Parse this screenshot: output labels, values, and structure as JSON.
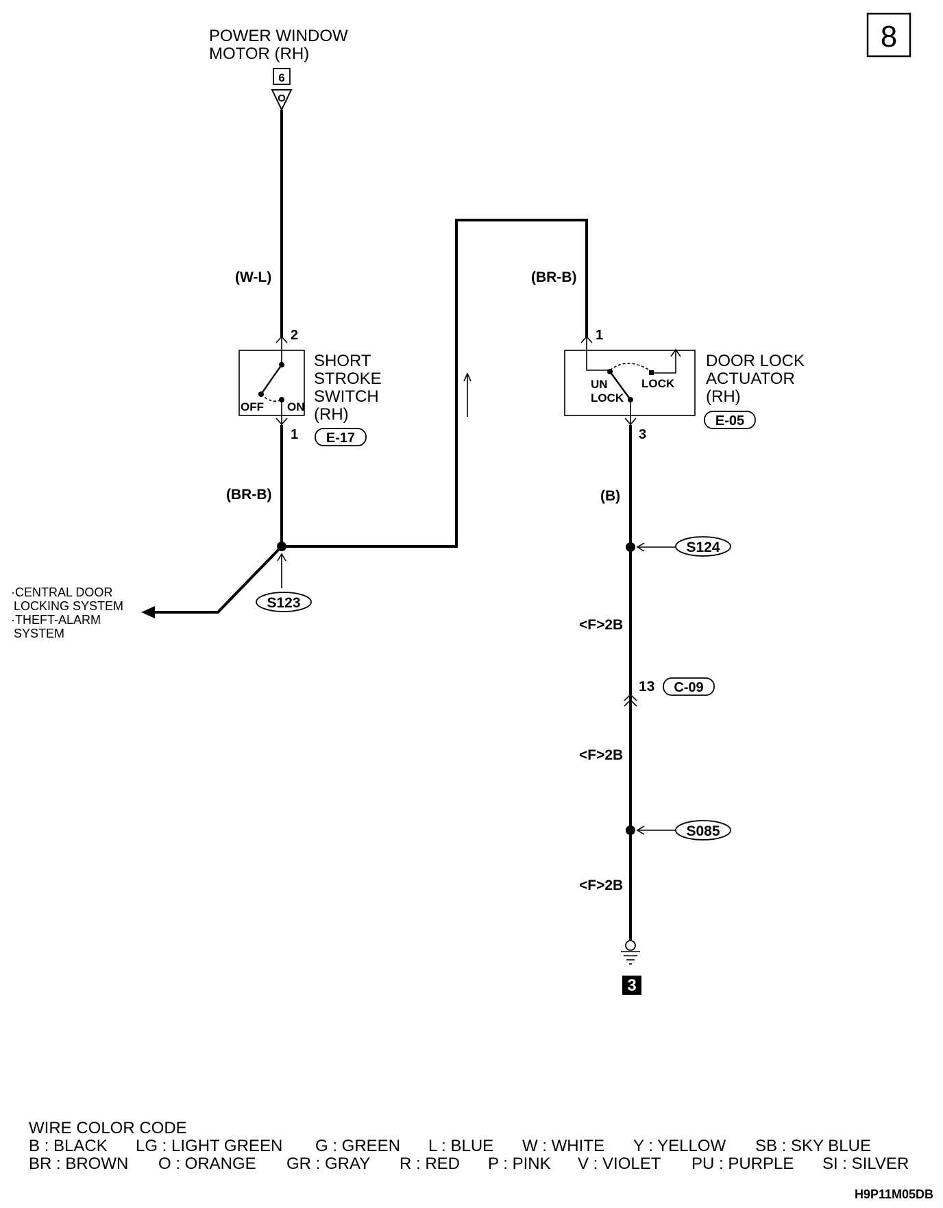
{
  "page_number": "8",
  "figure_code": "H9P11M05DB",
  "motor": {
    "label_line1": "POWER WINDOW",
    "label_line2": "MOTOR (RH)",
    "connector_number": "6",
    "terminal": "O"
  },
  "short_stroke_switch": {
    "label_line1": "SHORT",
    "label_line2": "STROKE",
    "label_line3": "SWITCH",
    "label_line4": "(RH)",
    "connector": "E-17",
    "pin_top": "2",
    "pin_bottom": "1",
    "state_off": "OFF",
    "state_on": "ON"
  },
  "door_lock_actuator": {
    "label_line1": "DOOR LOCK",
    "label_line2": "ACTUATOR",
    "label_line3": "(RH)",
    "connector": "E-05",
    "pin_top": "1",
    "pin_bottom": "3",
    "unlock_line1": "UN",
    "unlock_line2": "LOCK",
    "lock": "LOCK"
  },
  "wires": {
    "motor_to_switch": "(W-L)",
    "switch_to_splice": "(BR-B)",
    "splice_to_actuator": "(BR-B)",
    "actuator_ground": "(B)",
    "ground_seg1": "<F>2B",
    "ground_seg2": "<F>2B",
    "ground_seg3": "<F>2B"
  },
  "splices": {
    "s123": "S123",
    "s124": "S124",
    "s085": "S085"
  },
  "joint_connector": {
    "pin": "13",
    "name": "C-09"
  },
  "ground_point": "3",
  "external": {
    "line1": "·CENTRAL DOOR",
    "line2": "LOCKING SYSTEM",
    "line3": "·THEFT-ALARM",
    "line4": "SYSTEM"
  },
  "color_code": {
    "title": "WIRE COLOR CODE",
    "row1": [
      "B : BLACK",
      "LG : LIGHT GREEN",
      "G : GREEN",
      "L : BLUE",
      "W : WHITE",
      "Y : YELLOW",
      "SB : SKY BLUE"
    ],
    "row2": [
      "BR : BROWN",
      "O : ORANGE",
      "GR : GRAY",
      "R : RED",
      "P : PINK",
      "V : VIOLET",
      "PU : PURPLE",
      "SI : SILVER"
    ]
  }
}
